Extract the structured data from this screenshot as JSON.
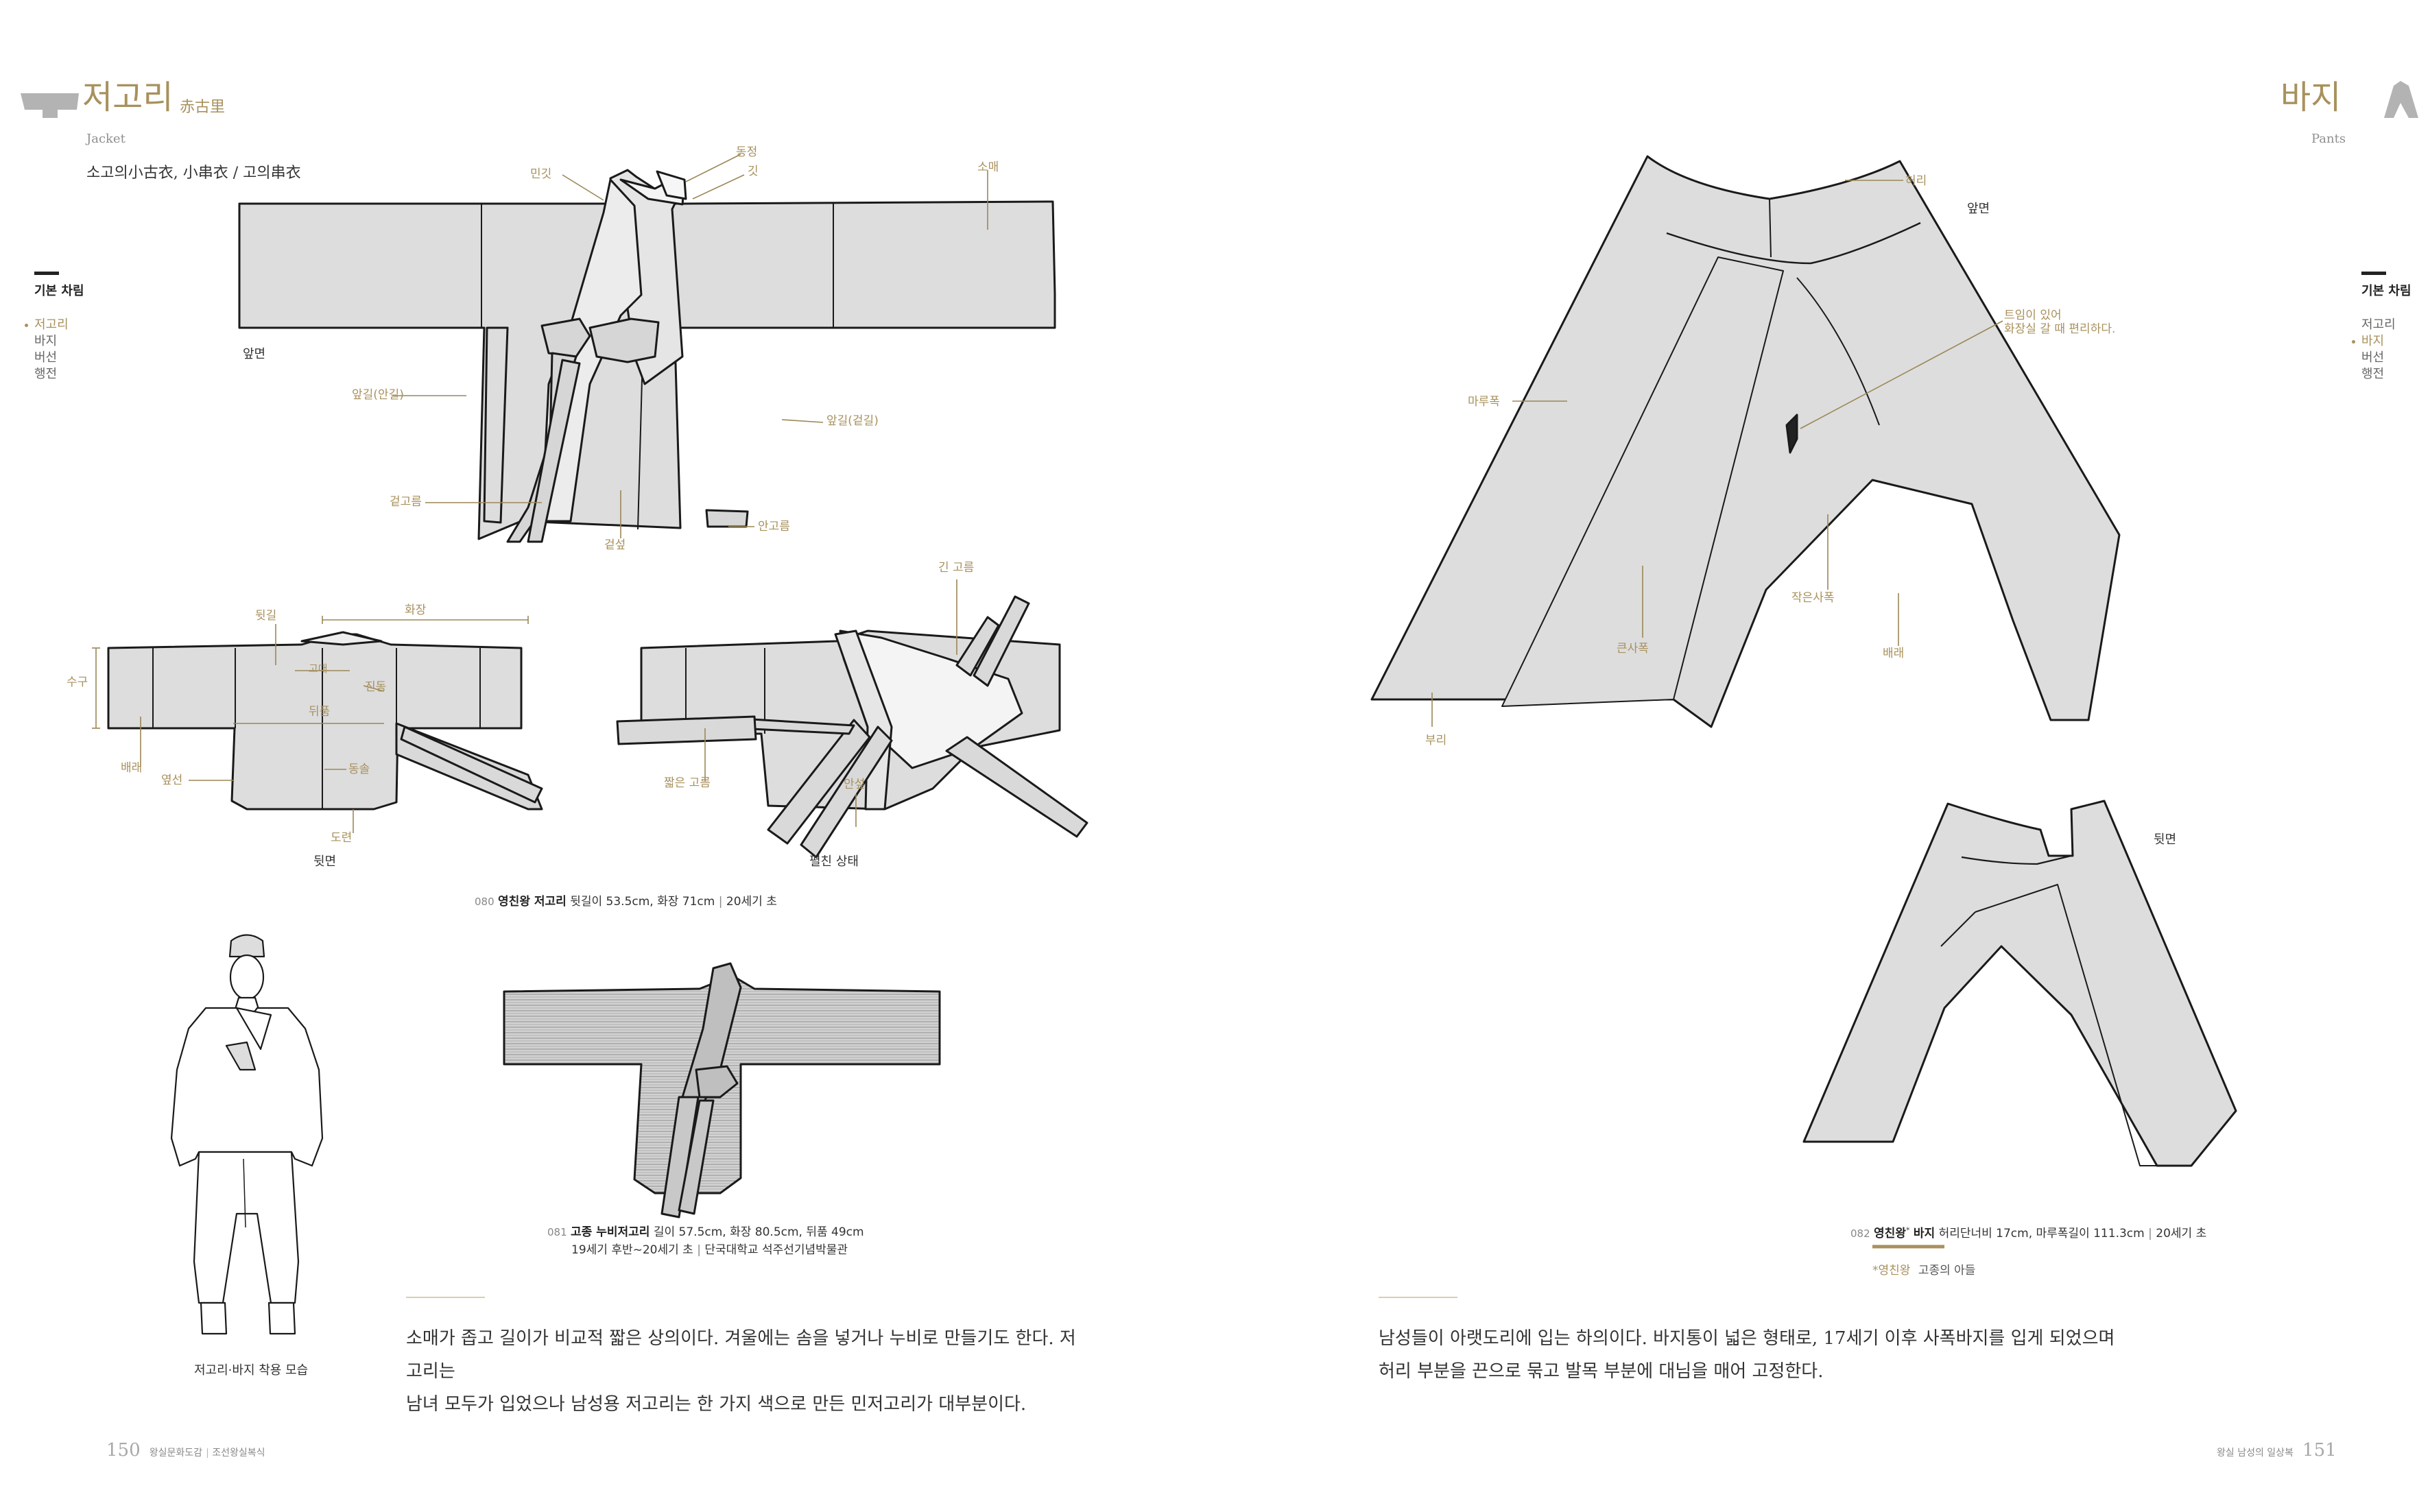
{
  "left": {
    "title_ko": "저고리",
    "title_hanja": "赤古里",
    "subtitle_en": "Jacket",
    "aliases": "소고의小古衣, 小串衣 / 고의串衣",
    "views": {
      "front": "앞면",
      "back": "뒷면",
      "open": "펼친 상태"
    },
    "front_labels": {
      "dongjeong": "동정",
      "git": "깃",
      "somae": "소매",
      "mingit": "민깃",
      "angil": "앞길(안길)",
      "apgil_outer": "앞길(겉길)",
      "geotgoreum": "겉고름",
      "geotseop": "겉섶",
      "angoreum": "안고름"
    },
    "back_labels": {
      "dwitgil": "뒷길",
      "hwajang": "화장",
      "gotdae": "고대",
      "jindong": "진동",
      "sugu": "수구",
      "dwipok": "뒤품",
      "baerae": "배래",
      "yeopseon": "옆선",
      "dongdan": "동솔",
      "dorian": "도련"
    },
    "open_labels": {
      "gin_goreum": "긴 고름",
      "jjalbeun_goreum": "짧은 고름",
      "anseop": "안섶"
    },
    "caption1": {
      "num": "080",
      "name": "영친왕 저고리",
      "spec": "뒷길이 53.5cm, 화장 71cm",
      "era": "20세기 초"
    },
    "caption2": {
      "num": "081",
      "name": "고종 누비저고리",
      "spec": "길이 57.5cm, 화장 80.5cm, 뒤품 49cm",
      "era": "19세기 후반~20세기 초",
      "owner": "단국대학교 석주선기념박물관"
    },
    "figure_caption": "저고리·바지 착용 모습",
    "sidebar": {
      "title": "기본 차림",
      "items": [
        "저고리",
        "바지",
        "버선",
        "행전"
      ],
      "active": 0
    },
    "body_text": [
      "소매가 좁고 길이가 비교적 짧은 상의이다. 겨울에는 솜을 넣거나 누비로 만들기도 한다. 저고리는",
      "남녀 모두가 입었으나 남성용 저고리는 한 가지 색으로 만든 민저고리가 대부분이다."
    ],
    "footer": {
      "page": "150",
      "book": "왕실문화도감",
      "section": "조선왕실복식"
    }
  },
  "right": {
    "title_ko": "바지",
    "subtitle_en": "Pants",
    "views": {
      "front": "앞면",
      "back": "뒷면"
    },
    "labels": {
      "heori": "허리",
      "note_1": "트임이 있어",
      "note_2": "화장실 갈 때 편리하다.",
      "marupok": "마루폭",
      "jageun_sapok": "작은사폭",
      "keun_sapok": "큰사폭",
      "baerae": "배래",
      "buri": "부리"
    },
    "caption": {
      "num": "082",
      "name": "영친왕",
      "sup": "*",
      "name2": "바지",
      "spec": "허리단너비 17cm, 마루폭길이 111.3cm",
      "era": "20세기 초"
    },
    "footnote": {
      "mark": "*영친왕",
      "text": "고종의 아들"
    },
    "sidebar": {
      "title": "기본 차림",
      "items": [
        "저고리",
        "바지",
        "버선",
        "행전"
      ],
      "active": 1
    },
    "body_text": [
      "남성들이 아랫도리에 입는 하의이다. 바지통이 넓은 형태로, 17세기 이후 사폭바지를 입게 되었으며",
      "허리 부분을 끈으로 묶고 발목 부분에 대님을 매어 고정한다."
    ],
    "footer": {
      "page": "151",
      "section": "왕실 남성의 일상복"
    }
  },
  "colors": {
    "accent": "#a8915d",
    "garment_fill": "#dddddd",
    "garment_stroke": "#1a1a1a"
  }
}
